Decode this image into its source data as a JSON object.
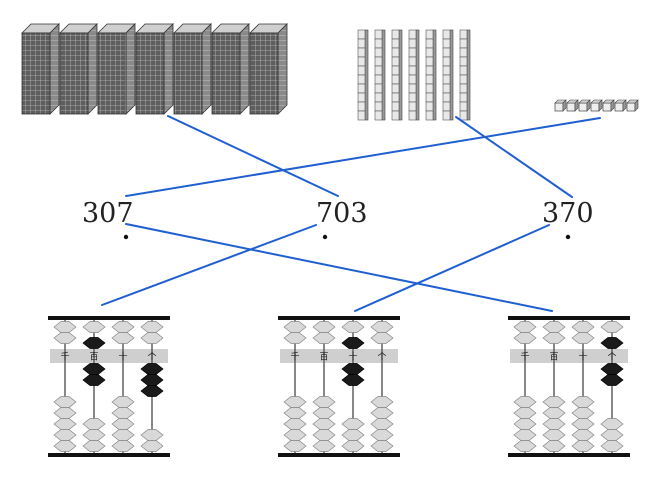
{
  "numbers": [
    {
      "id": "n307",
      "text": "307"
    },
    {
      "id": "n703",
      "text": "703"
    },
    {
      "id": "n370",
      "text": "370"
    }
  ],
  "blocks": {
    "thousands_plates": 7,
    "hundreds_rods": 7,
    "unit_cubes": 7
  },
  "abacus": {
    "rod_labels": [
      "千",
      "百",
      "十",
      "个"
    ],
    "items": [
      {
        "id": "abacus-a",
        "value": [
          0,
          7,
          0,
          3
        ]
      },
      {
        "id": "abacus-b",
        "value": [
          0,
          0,
          7,
          0
        ]
      },
      {
        "id": "abacus-c",
        "value": [
          0,
          0,
          0,
          7
        ]
      }
    ]
  },
  "matches": [
    {
      "from": "thousands-plates",
      "to": "n703"
    },
    {
      "from": "hundreds-rods",
      "to": "n370"
    },
    {
      "from": "unit-cubes",
      "to": "n307"
    },
    {
      "from": "n307",
      "to": "abacus-c"
    },
    {
      "from": "n703",
      "to": "abacus-a"
    },
    {
      "from": "n370",
      "to": "abacus-b"
    }
  ],
  "colors": {
    "line": "#1f5fd0",
    "bead_light": "#d9d9d9",
    "bead_dark": "#1a1a1a",
    "plate_face": "#6a6a6a",
    "frame": "#111111"
  }
}
